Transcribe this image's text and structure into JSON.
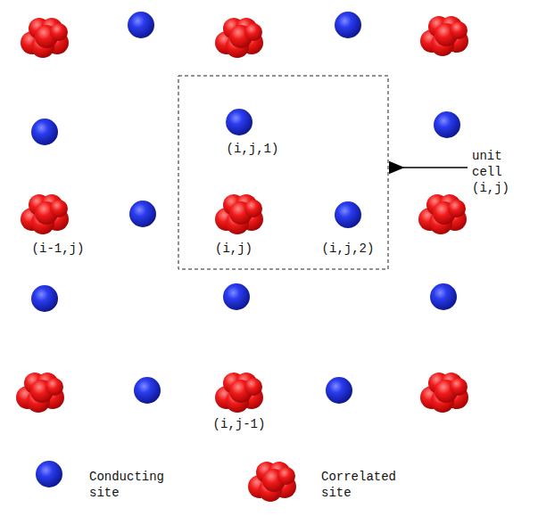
{
  "diagram": {
    "labels": [
      "(i,j,1)",
      "(i-1,j)",
      "(i,j)",
      "(i,j,2)",
      "(i,j-1)",
      "unit cell (i,j)"
    ],
    "legend": [
      {
        "text": "Conducting site"
      },
      {
        "text": "Correlated site"
      }
    ]
  }
}
